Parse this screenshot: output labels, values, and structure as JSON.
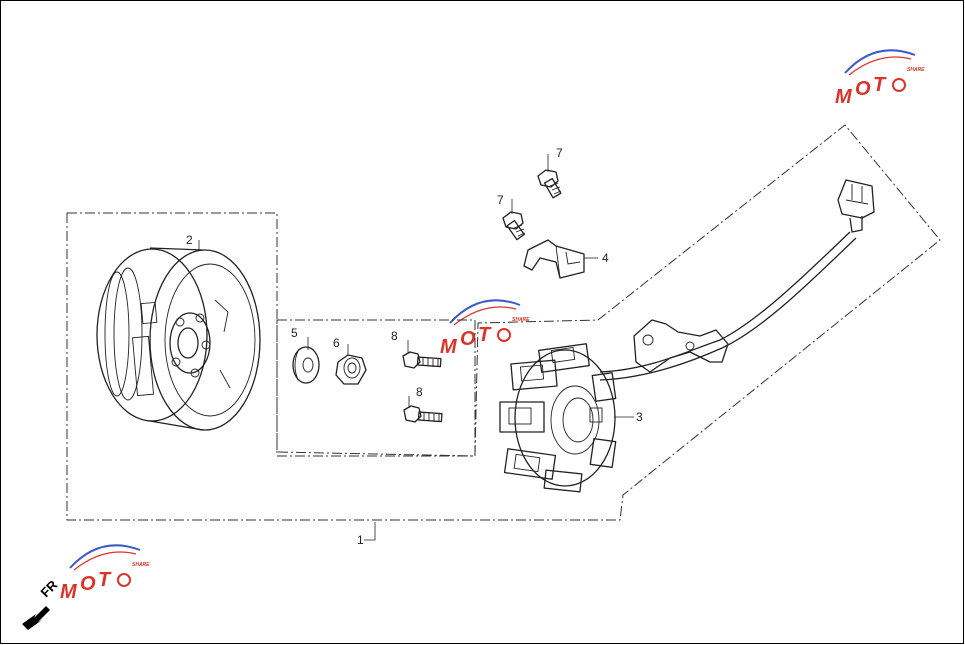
{
  "diagram": {
    "callouts": {
      "assembly": "1",
      "flywheel": "2",
      "stator": "3",
      "bracket": "4",
      "washer": "5",
      "nut": "6",
      "bolt_top_upper": "7",
      "bolt_top_lower": "7",
      "bolt_mid_upper": "8",
      "bolt_mid_lower": "8"
    },
    "direction_label": "FR",
    "watermark": {
      "letters": [
        "M",
        "O",
        "T",
        "O"
      ],
      "tagline": "SHARE"
    },
    "colors": {
      "line": "#222222",
      "watermark_red": "#d9342b",
      "watermark_blue": "#3b5cc4",
      "background": "#ffffff"
    }
  }
}
